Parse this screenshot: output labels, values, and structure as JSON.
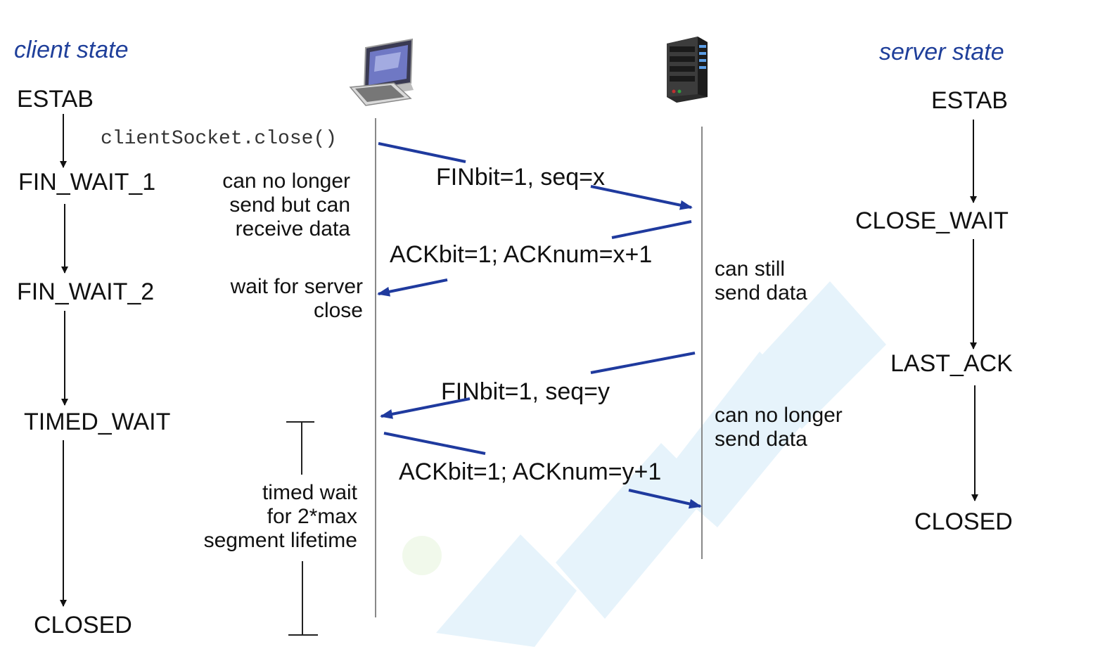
{
  "headers": {
    "client": "client state",
    "server": "server state"
  },
  "client_states": [
    "ESTAB",
    "FIN_WAIT_1",
    "FIN_WAIT_2",
    "TIMED_WAIT",
    "CLOSED"
  ],
  "server_states": [
    "ESTAB",
    "CLOSE_WAIT",
    "LAST_ACK",
    "CLOSED"
  ],
  "call": "clientSocket.close()",
  "messages": {
    "fin1": "FINbit=1, seq=x",
    "ack1": "ACKbit=1; ACKnum=x+1",
    "fin2": "FINbit=1, seq=y",
    "ack2": "ACKbit=1; ACKnum=y+1"
  },
  "notes": {
    "client_no_send": [
      "can no longer",
      "send but can",
      "receive data"
    ],
    "wait_server": [
      "wait for server",
      "close"
    ],
    "server_can_send": [
      "can still",
      "send data"
    ],
    "server_no_send": [
      "can no longer",
      "send data"
    ],
    "timed_wait": [
      "timed wait",
      "for 2*max",
      "segment lifetime"
    ]
  },
  "colors": {
    "arrow": "#1f3a9e",
    "header": "#1f3f9a",
    "watermark": "#4aa6e6"
  }
}
